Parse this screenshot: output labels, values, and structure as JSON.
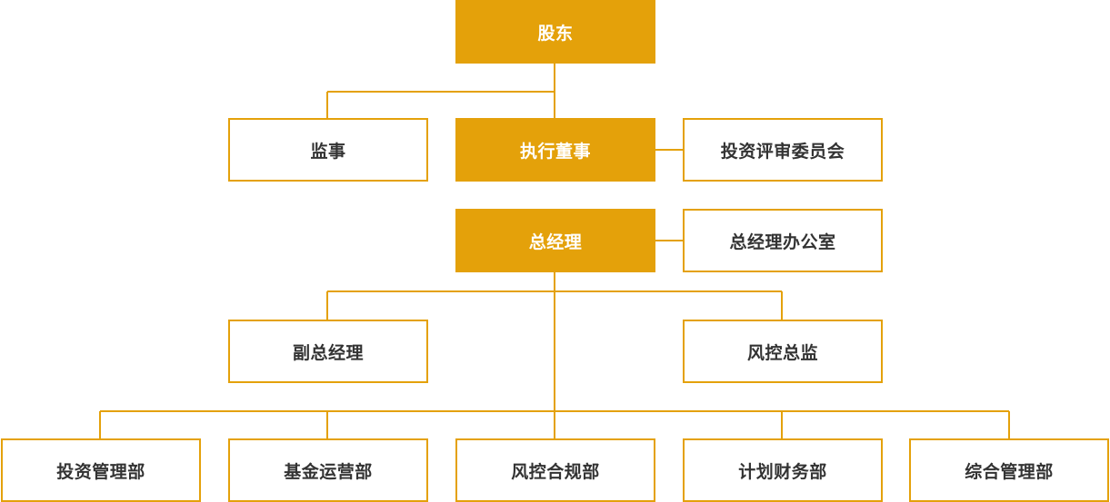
{
  "colors": {
    "accent": "#e4a10a",
    "text": "#333333",
    "filled_text": "#ffffff"
  },
  "org_chart": {
    "shareholders": "股东",
    "supervisor": "监事",
    "executive_director": "执行董事",
    "investment_committee": "投资评审委员会",
    "general_manager": "总经理",
    "gm_office": "总经理办公室",
    "deputy_gm": "副总经理",
    "risk_director": "风控总监",
    "departments": [
      "投资管理部",
      "基金运营部",
      "风控合规部",
      "计划财务部",
      "综合管理部"
    ]
  }
}
